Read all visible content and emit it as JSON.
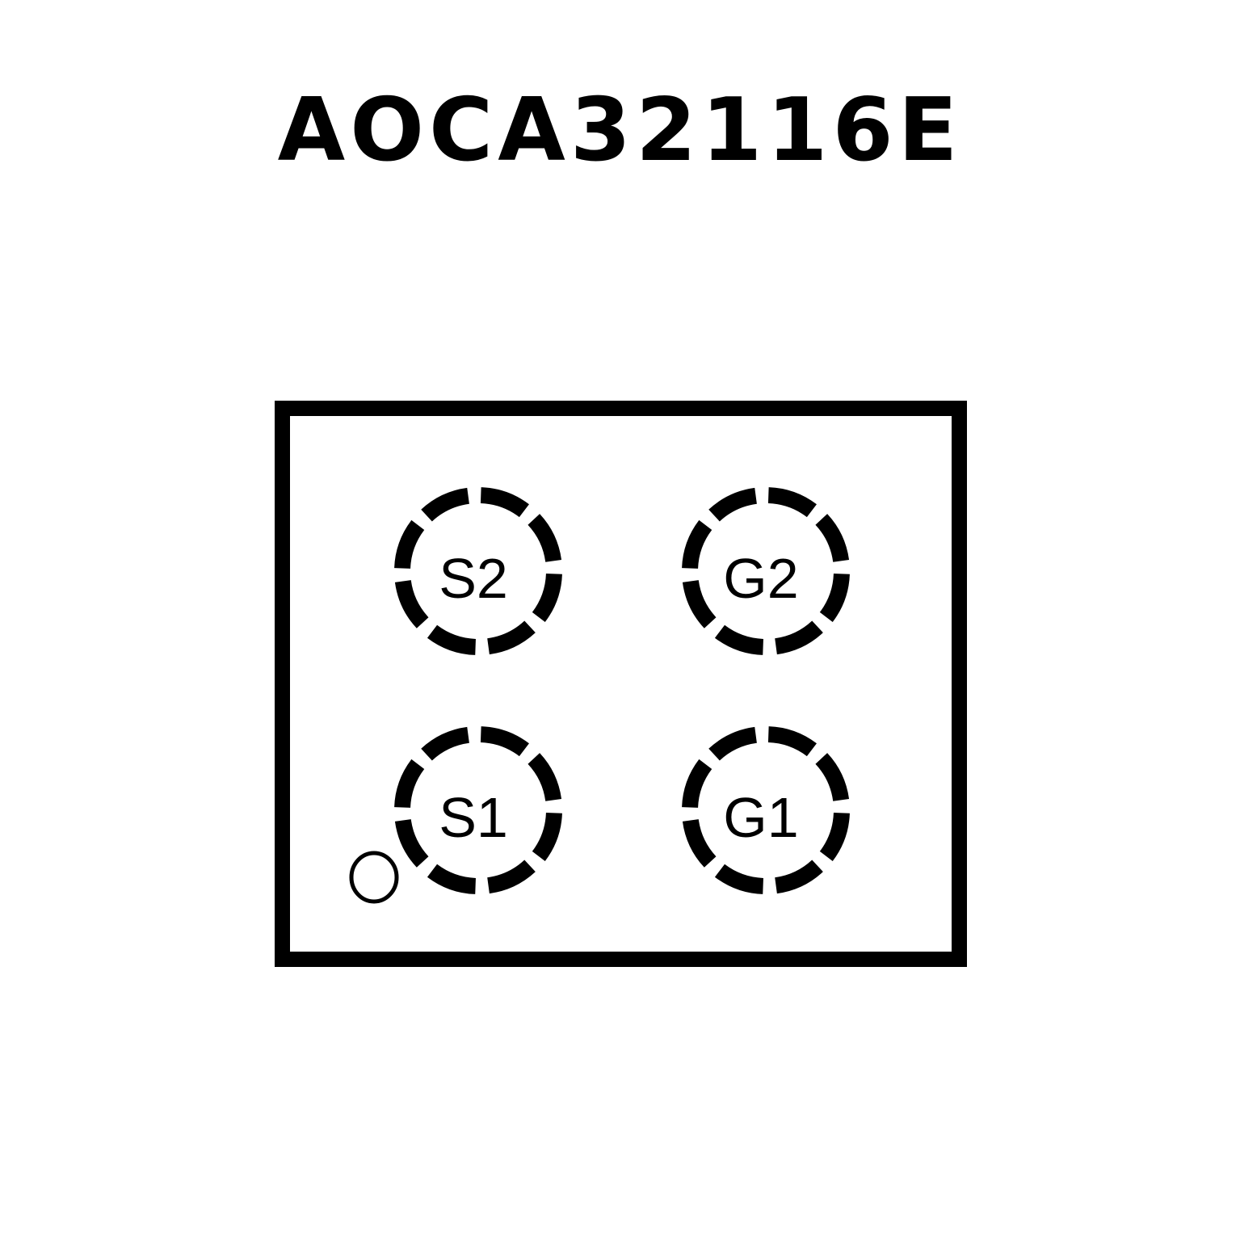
{
  "title": "AOCA32116E",
  "pads": [
    {
      "label": "S2",
      "row": 0,
      "col": 0
    },
    {
      "label": "G2",
      "row": 0,
      "col": 1
    },
    {
      "label": "S1",
      "row": 1,
      "col": 0
    },
    {
      "label": "G1",
      "row": 1,
      "col": 1
    }
  ],
  "colors": {
    "stroke": "#000000",
    "background": "#ffffff"
  }
}
